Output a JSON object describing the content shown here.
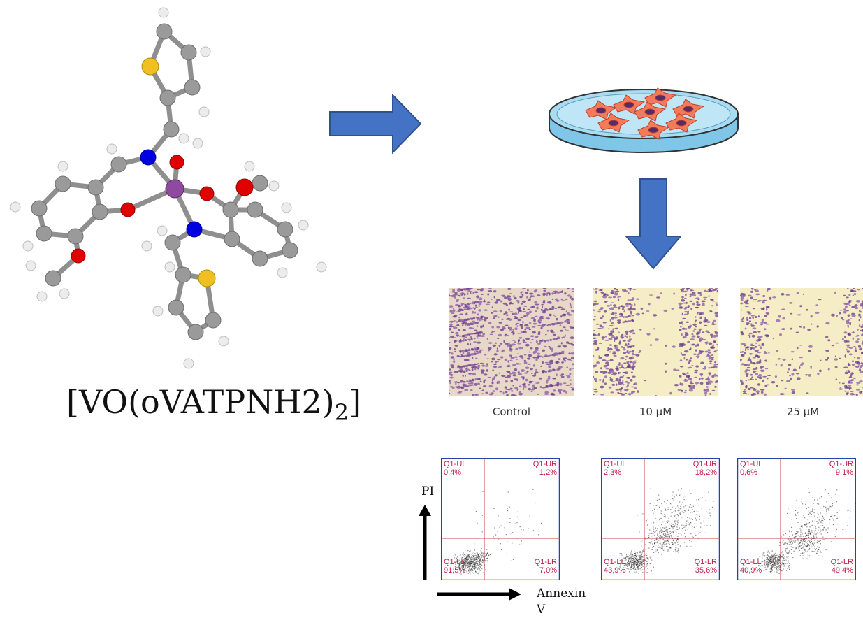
{
  "compound": {
    "name": "[VO(oVATPNH2)",
    "subscript": "2",
    "close_bracket": "]"
  },
  "micrographs": [
    {
      "label": "Control",
      "density": 1.0
    },
    {
      "label": "10 µM",
      "density": 0.45
    },
    {
      "label": "25 µM",
      "density": 0.35
    }
  ],
  "flow_plots": [
    {
      "UL": "0,4%",
      "UR": "1,2%",
      "LL": "91,5%",
      "LR": "7,0%"
    },
    {
      "UL": "2,3%",
      "UR": "18,2%",
      "LL": "43,9%",
      "LR": "35,6%"
    },
    {
      "UL": "0,6%",
      "UR": "9,1%",
      "LL": "40,9%",
      "LR": "49,4%"
    }
  ],
  "quadrant_names": {
    "UL": "Q1-UL",
    "UR": "Q1-UR",
    "LL": "Q1-LL",
    "LR": "Q1-LR"
  },
  "axes": {
    "y_label": "PI",
    "x_label_line1": "Annexin",
    "x_label_line2": "V"
  },
  "colors": {
    "arrow": "#4472C4",
    "arrow_stroke": "#2F528F",
    "quadrant_text": "#c0204a",
    "vanadium": "#8e4a9e",
    "oxygen": "#e00000",
    "nitrogen": "#0000e0",
    "sulfur": "#f0c020",
    "carbon": "#9a9a9a",
    "hydrogen": "#ececec"
  }
}
